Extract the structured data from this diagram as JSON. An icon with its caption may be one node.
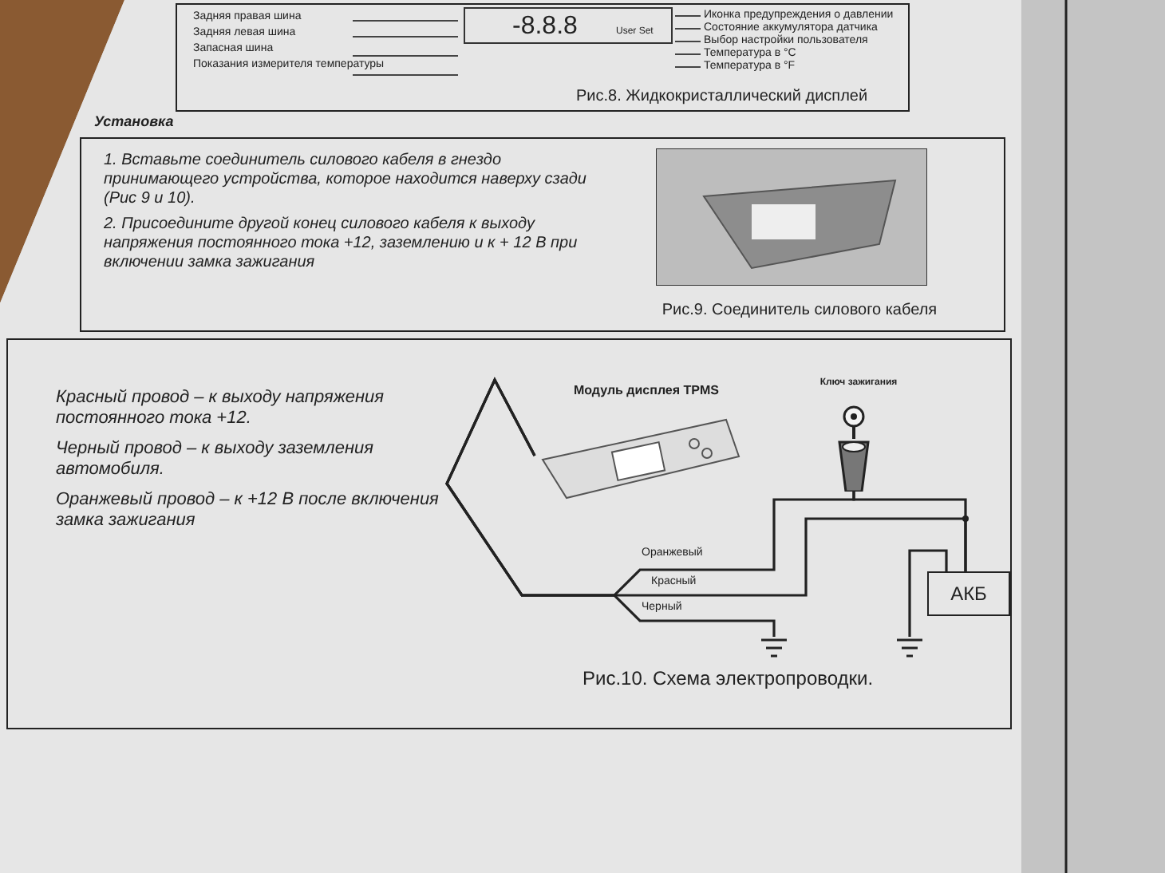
{
  "diagram": {
    "nodes": [
      {
        "text": [
          "Рис.8. Жидкокристаллический дисплей"
        ]
      },
      {
        "text": [
          "Установка",
          "1. Вставьте соединитель силового кабеля в гнездо принимающего устройства, которое находится наверху сзади (Рис 9 и 10).",
          "2. Присоедините другой конец силового кабеля к выходу напряжения постоянного тока +12, заземлению и к + 12 В при включении замка зажигания"
        ]
      },
      {
        "text": [],
        "shape": "picture",
        "in": 1,
        "beside": [
          "Рис.9. Соединитель силового кабеля"
        ]
      },
      {
        "text": [
          "Красный провод – к выходу напряжения постоянного тока +12.",
          "Черный провод – к выходу заземления автомобиля.",
          "Оранжевый провод – к +12 В после включения замка зажигания",
          "Рис.10. Схема электропроводки."
        ]
      },
      {
        "text": [],
        "shape": "picture",
        "in": 3,
        "beside": [
          "Модуль дисплея TPMS"
        ]
      },
      {
        "text": [],
        "shape": "picture",
        "in": 3,
        "beside": [
          "Ключ зажигания"
        ]
      },
      {
        "text": [
          "АКБ"
        ],
        "in": 3
      },
      {
        "text": [],
        "shape": "ground",
        "in": 3
      },
      {
        "text": [],
        "shape": "ground",
        "in": 3
      }
    ],
    "edges": [
      {
        "from": 4,
        "to": 5,
        "arrow": "none",
        "label": "Оранжевый"
      },
      {
        "from": 4,
        "to": 6,
        "arrow": "none",
        "label": "Красный"
      },
      {
        "from": 4,
        "to": 7,
        "arrow": "none",
        "label": "Черный"
      },
      {
        "from": 5,
        "to": 6,
        "arrow": "none"
      },
      {
        "from": 6,
        "to": 8,
        "arrow": "none"
      }
    ],
    "labels": [
      "Задняя правая шина",
      "Задняя левая шина",
      "Запасная шина",
      "Показания измерителя температуры",
      "-8.8.8",
      "User Set",
      "Иконка предупреждения о давлении",
      "Состояние аккумулятора датчика",
      "Выбор настройки пользователя",
      "Температура в °С",
      "Температура в °F"
    ]
  }
}
